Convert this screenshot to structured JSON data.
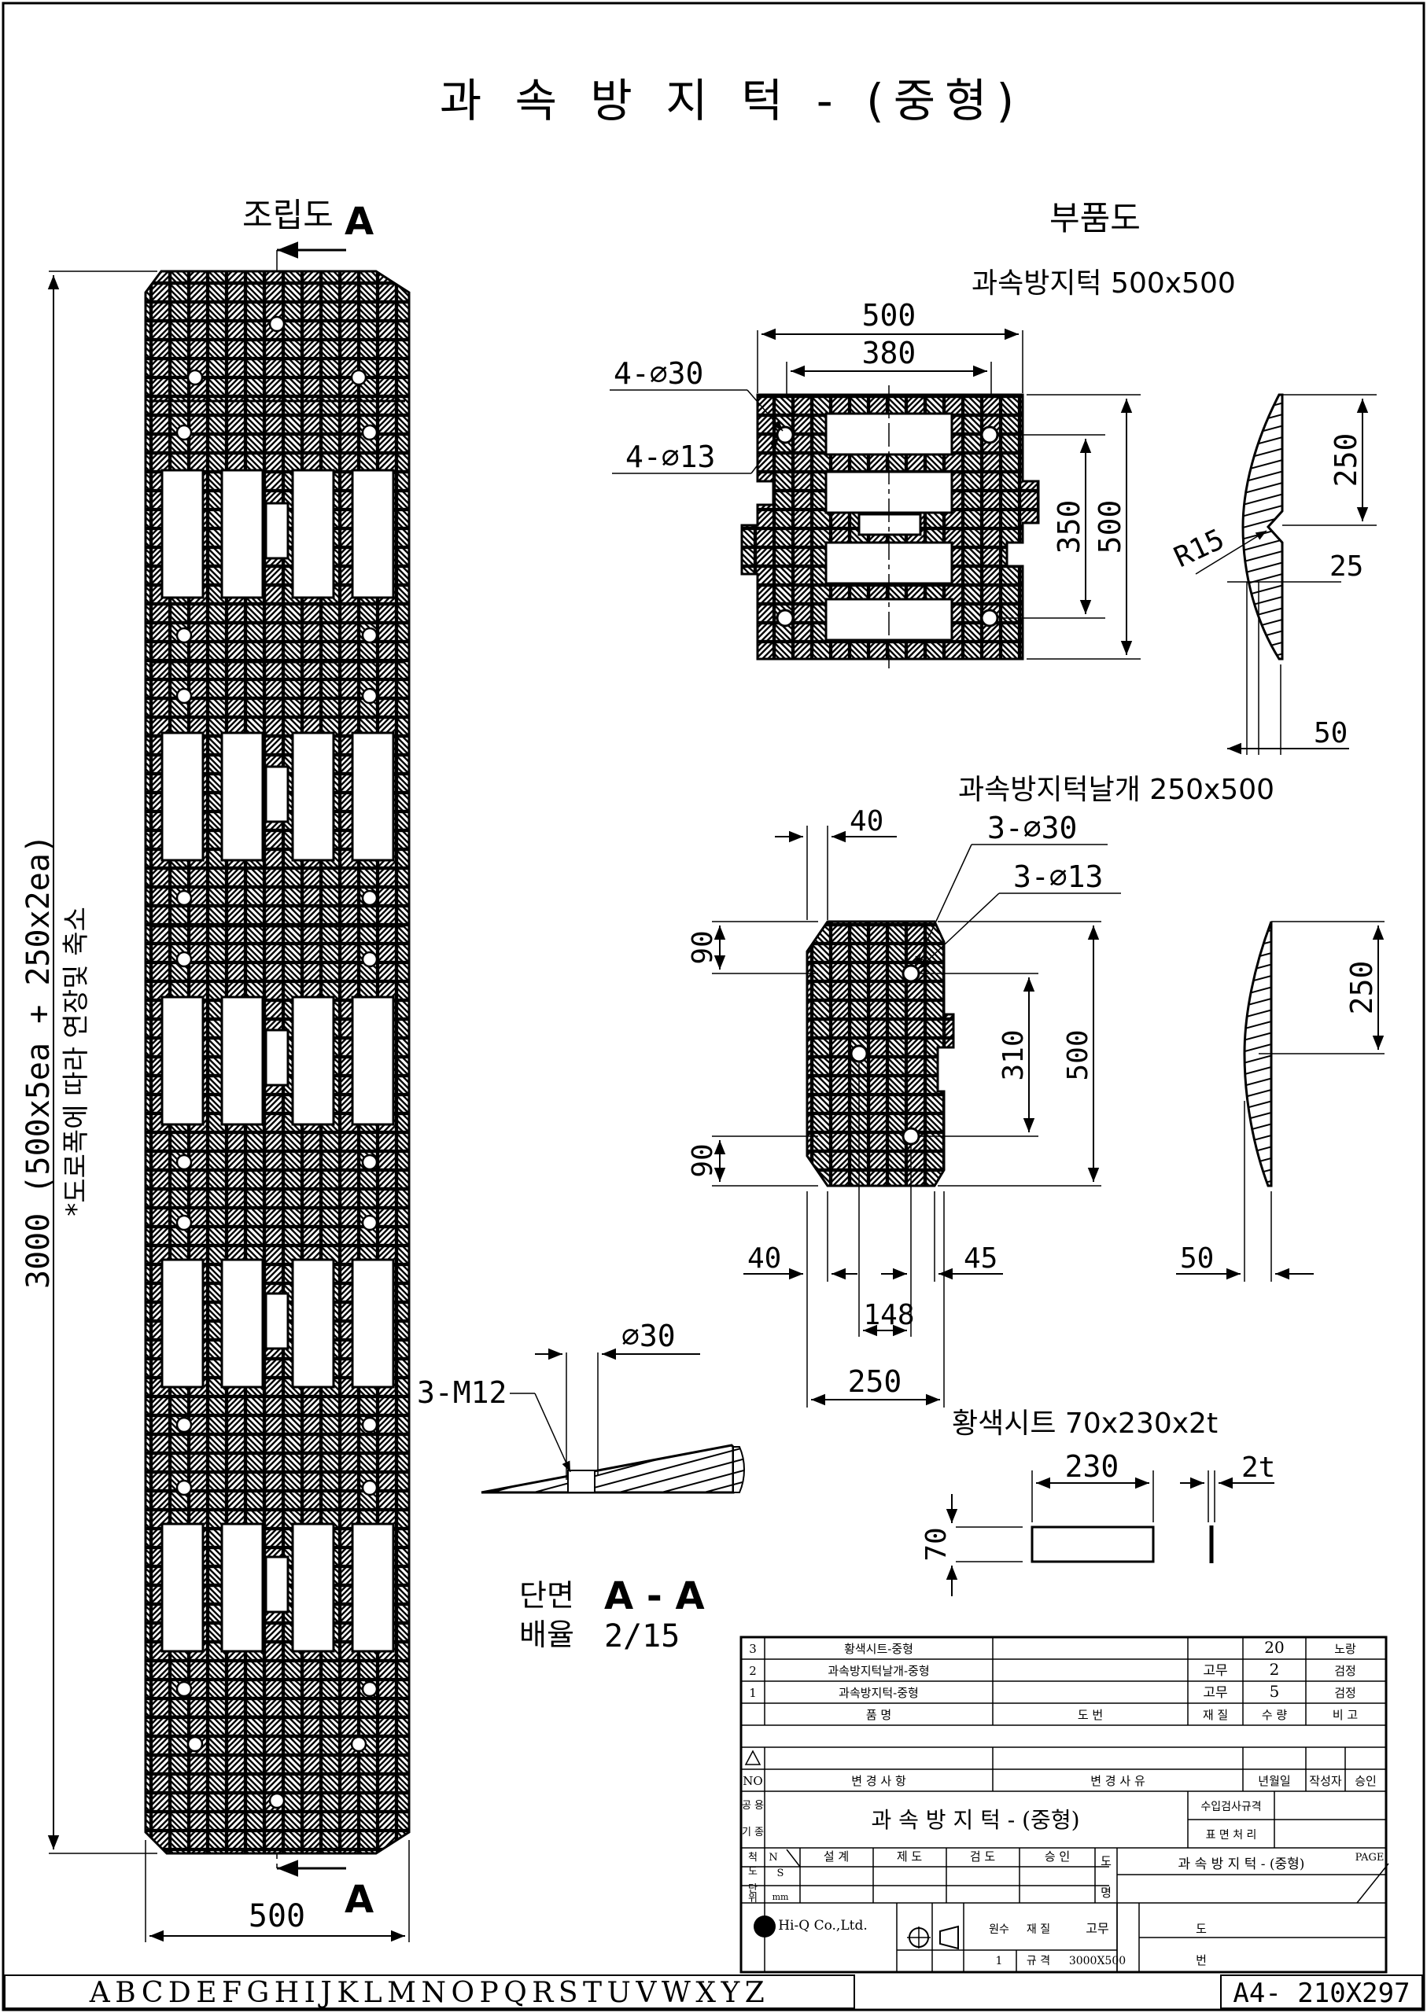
{
  "drawing": {
    "title": "과 속 방 지 턱 - (중형)",
    "assembly_label": "조립도",
    "section_mark": "A",
    "parts_label": "부품도",
    "section_label": "단면",
    "section_name": "A - A",
    "scale_label": "배율",
    "scale_value": "2/15",
    "bottom_letters": "ABCDEFGHIJKLMNOPQRSTUVWXYZ",
    "sheet_size": "A4- 210X297"
  },
  "assembly": {
    "overall_dim": "3000 (500x5ea + 250x2ea)",
    "note": "*도로폭에 따라 연장및 축소",
    "width_dim": "500"
  },
  "part1": {
    "name": "과속방지턱 500x500",
    "dim_500_top": "500",
    "dim_380": "380",
    "hole_30": "4-∅30",
    "hole_13": "4-∅13",
    "dim_350": "350",
    "dim_500_side": "500",
    "dim_250": "250",
    "dim_r15": "R15",
    "dim_25": "25",
    "dim_50": "50"
  },
  "part2": {
    "name": "과속방지턱날개 250x500",
    "dim_40_top": "40",
    "hole_30": "3-∅30",
    "hole_13": "3-∅13",
    "dim_90_top": "90",
    "dim_310": "310",
    "dim_500": "500",
    "dim_90_bottom": "90",
    "dim_40_bottom": "40",
    "dim_45": "45",
    "dim_148": "148",
    "dim_250": "250",
    "side_250": "250",
    "side_50": "50"
  },
  "section": {
    "bolt": "3-M12",
    "hole": "∅30"
  },
  "part3": {
    "name": "황색시트 70x230x2t",
    "dim_230": "230",
    "dim_2t": "2t",
    "dim_70": "70"
  },
  "bom": {
    "rows": [
      {
        "no": "3",
        "name": "황색시트-중형",
        "drawing_no": "",
        "material": "",
        "qty": "20",
        "remark": "노랑"
      },
      {
        "no": "2",
        "name": "과속방지턱날개-중형",
        "drawing_no": "",
        "material": "고무",
        "qty": "2",
        "remark": "검정"
      },
      {
        "no": "1",
        "name": "과속방지턱-중형",
        "drawing_no": "",
        "material": "고무",
        "qty": "5",
        "remark": "검정"
      }
    ],
    "header": {
      "name": "품 명",
      "drawing_no": "도 번",
      "material": "재 질",
      "qty": "수 량",
      "remark": "비 고"
    },
    "rev_header": {
      "no": "NO",
      "item": "변 경 사 항",
      "reason": "변 경 사 유",
      "date": "년월일",
      "author": "작성자",
      "approve": "승인"
    },
    "common_label_1": "공 용",
    "common_label_2": "기 종",
    "product_title": "과 속 방 지 턱 - (중형)",
    "inspection_label": "수입검사규격",
    "surface_label": "표 면 처 리",
    "scale_label_1": "척",
    "scale_label_2": "도",
    "unit_label_1": "단",
    "unit_label_2": "위",
    "unit_value": "mm",
    "ns_n": "N",
    "ns_s": "S",
    "sign_design": "설 계",
    "sign_draft": "제 도",
    "sign_check": "검 도",
    "sign_approve": "승 인",
    "drawing_name_label_1": "도",
    "drawing_name_label_2": "명",
    "drawing_name": "과 속 방 지 턱 - (중형)",
    "page_label": "PAGE",
    "company": "Hi-Q Co.,Ltd.",
    "original_qty_label": "원수",
    "original_qty": "1",
    "material_label": "재 질",
    "material_value": "고무",
    "spec_label": "규 격",
    "spec_value": "3000X500",
    "drawing_no_label_1": "도",
    "drawing_no_label_2": "번"
  }
}
